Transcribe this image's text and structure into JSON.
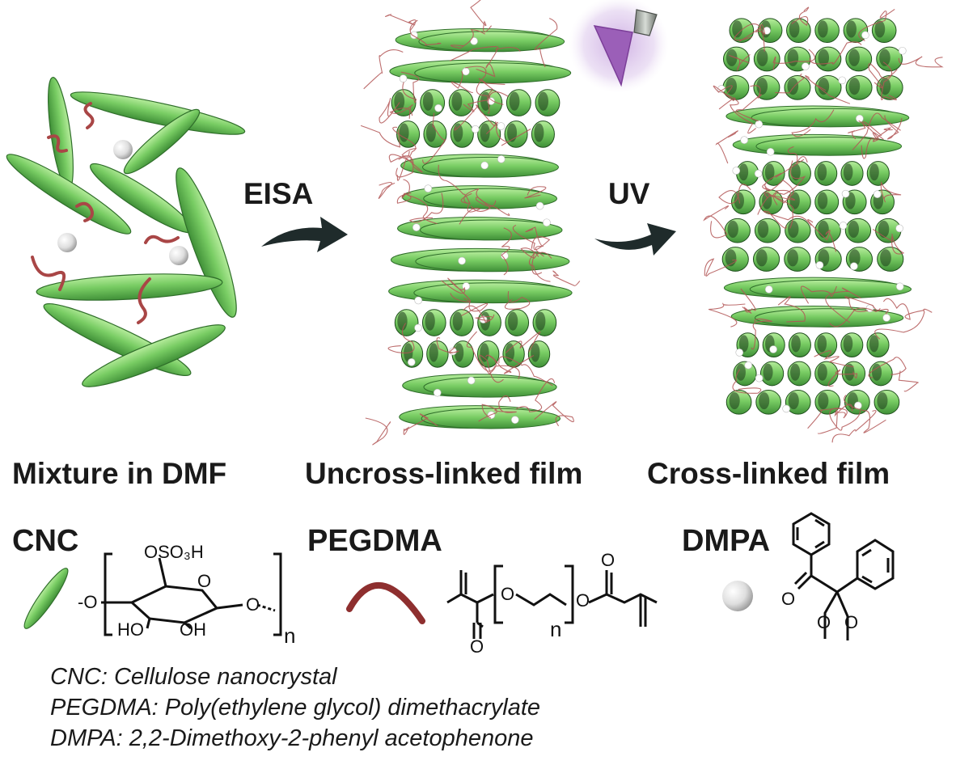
{
  "arrows": {
    "step1": "EISA",
    "step2": "UV"
  },
  "stages": {
    "mixture": "Mixture in DMF",
    "uncrosslinked": "Uncross-linked film",
    "crosslinked": "Cross-linked film"
  },
  "components": {
    "cnc": "CNC",
    "pegdma": "PEGDMA",
    "dmpa": "DMPA"
  },
  "structures": {
    "cnc_group": "OSO₃H",
    "cnc_oh1": "HO",
    "cnc_oh2": "OH",
    "cnc_o_ring": "O",
    "cnc_o_left": "-O",
    "cnc_o_right": "O",
    "cnc_n": "n",
    "peg_o1": "O",
    "peg_o2": "O",
    "peg_o3": "O",
    "peg_o4": "O",
    "peg_n": "n",
    "dmpa_o1": "O",
    "dmpa_o2": "O",
    "dmpa_o3": "O"
  },
  "legend": [
    "CNC: Cellulose nanocrystal",
    "PEGDMA: Poly(ethylene glycol) dimethacrylate",
    "DMPA: 2,2-Dimethoxy-2-phenyl acetophenone"
  ],
  "colors": {
    "rod_green": "#7ccf6a",
    "rod_dark": "#2f6e2a",
    "polymer_red": "#b04848",
    "uv_purple": "#a86cc8",
    "arrow_dark": "#1f2b2b"
  }
}
